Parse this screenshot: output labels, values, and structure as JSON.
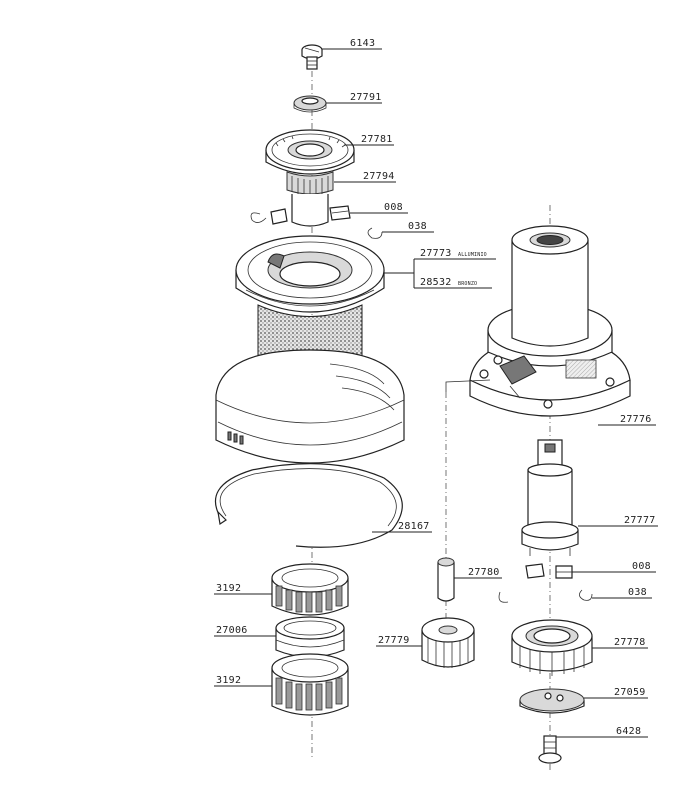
{
  "labels": {
    "p6143": "6143",
    "p27791": "27791",
    "p27781": "27781",
    "p27794": "27794",
    "p008a": "008",
    "p038a": "038",
    "p27773": "27773",
    "p27773_note": "ALLUMINIO",
    "p28532": "28532",
    "p28532_note": "BRONZO",
    "p27776": "27776",
    "p27777": "27777",
    "p008b": "008",
    "p038b": "038",
    "p28167": "28167",
    "p27780": "27780",
    "p3192a": "3192",
    "p27006": "27006",
    "p3192b": "3192",
    "p27779": "27779",
    "p27778": "27778",
    "p27059": "27059",
    "p6428": "6428"
  }
}
